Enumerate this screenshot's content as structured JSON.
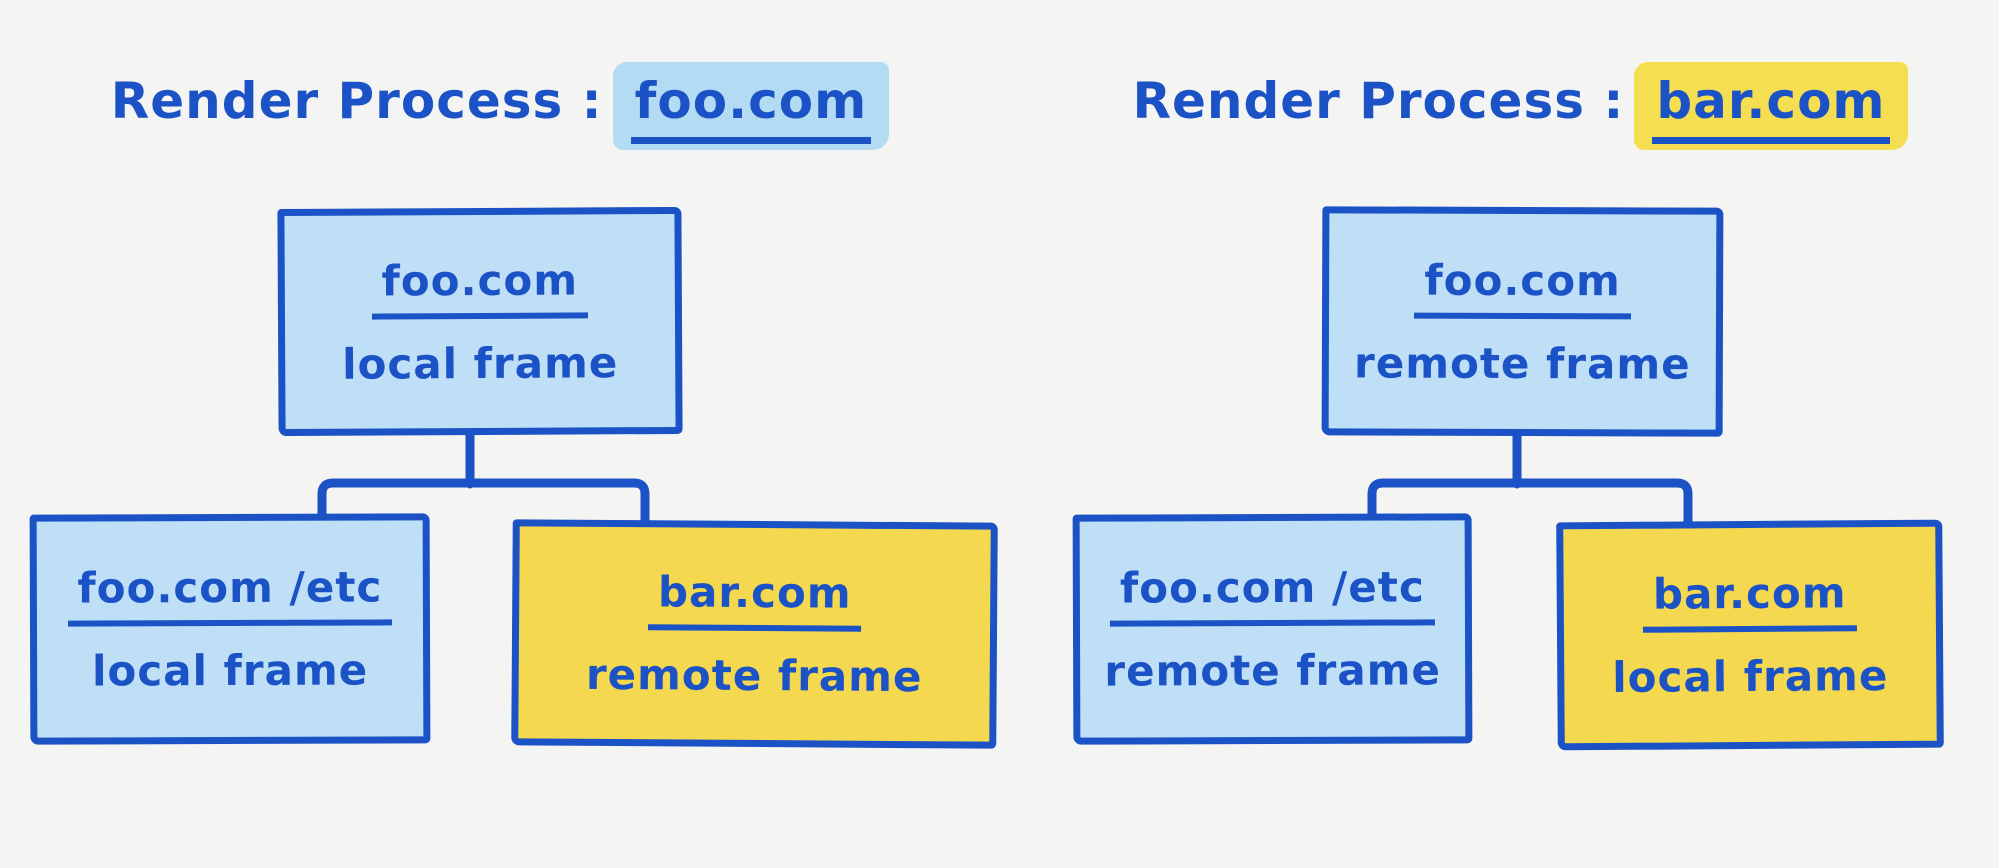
{
  "colors": {
    "background": "#f4f4f2",
    "ink": "#1b52c6",
    "blue_fill": "#bedff5",
    "yellow_fill": "#f4d84f",
    "highlight_blue": "#b3dcf4",
    "highlight_yellow": "#f6de52"
  },
  "diagrams": [
    {
      "title_prefix": "Render Process :",
      "title_site": "foo.com",
      "root": {
        "origin": "foo.com",
        "frame_type": "local frame"
      },
      "children": [
        {
          "origin": "foo.com /etc",
          "frame_type": "local frame"
        },
        {
          "origin": "bar.com",
          "frame_type": "remote frame"
        }
      ]
    },
    {
      "title_prefix": "Render Process :",
      "title_site": "bar.com",
      "root": {
        "origin": "foo.com",
        "frame_type": "remote frame"
      },
      "children": [
        {
          "origin": "foo.com /etc",
          "frame_type": "remote frame"
        },
        {
          "origin": "bar.com",
          "frame_type": "local frame"
        }
      ]
    }
  ]
}
